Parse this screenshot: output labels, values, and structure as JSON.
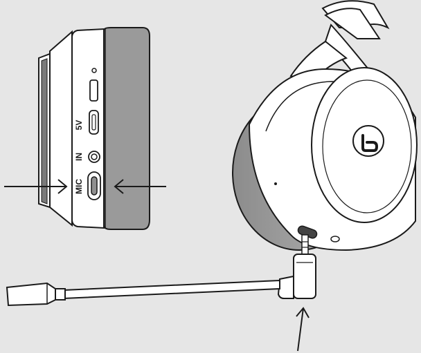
{
  "labels": {
    "port_5v": "5V",
    "port_in": "IN",
    "port_mic": "MIC"
  },
  "colors": {
    "background": "#e6e6e6",
    "line": "#1a1a1a",
    "body_white": "#ffffff",
    "cushion_gray": "#9a9a9a",
    "cushion_shade": "#8a8a8a"
  },
  "icons": {
    "brand_logo": "lucid-sound-logo-icon",
    "arrows": [
      "arrow-right-icon",
      "arrow-left-icon",
      "arrow-up-icon"
    ]
  }
}
